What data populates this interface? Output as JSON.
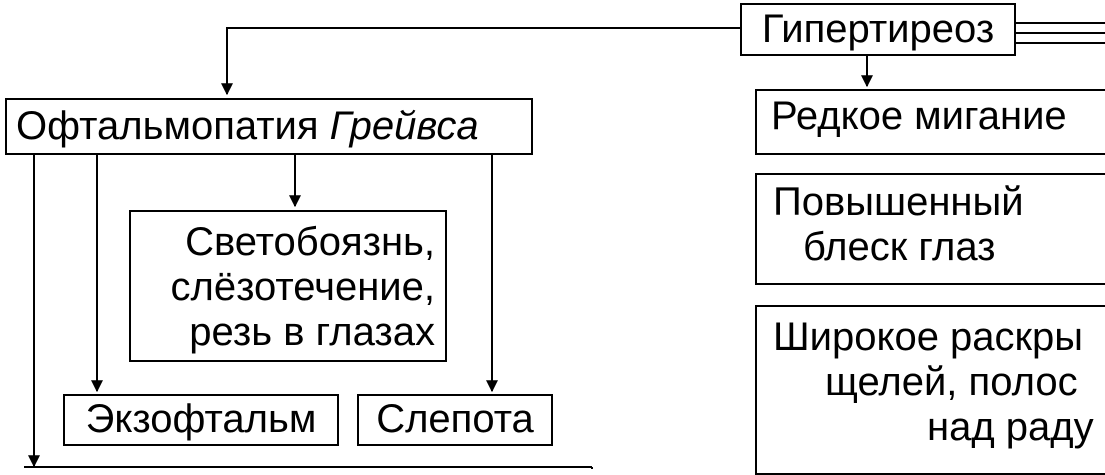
{
  "diagram": {
    "nodes": {
      "hyperthyroidism": "Гипертиреоз",
      "graves_ophthalmopathy": {
        "main": "Офтальмопатия",
        "name": "Грейвса"
      },
      "rare_blinking": "Редкое мигание",
      "photophobia": [
        "Светобоязнь,",
        "слёзотечение,",
        "резь в глазах"
      ],
      "increased_shine": [
        "Повышенный",
        "блеск глаз"
      ],
      "wide_opening": [
        "Широкое раскры",
        "щелей, полос",
        "над раду"
      ],
      "exophthalmos": "Экзофтальм",
      "blindness": "Слепота"
    },
    "colors": {
      "line": "#000000",
      "background": "#ffffff"
    }
  }
}
